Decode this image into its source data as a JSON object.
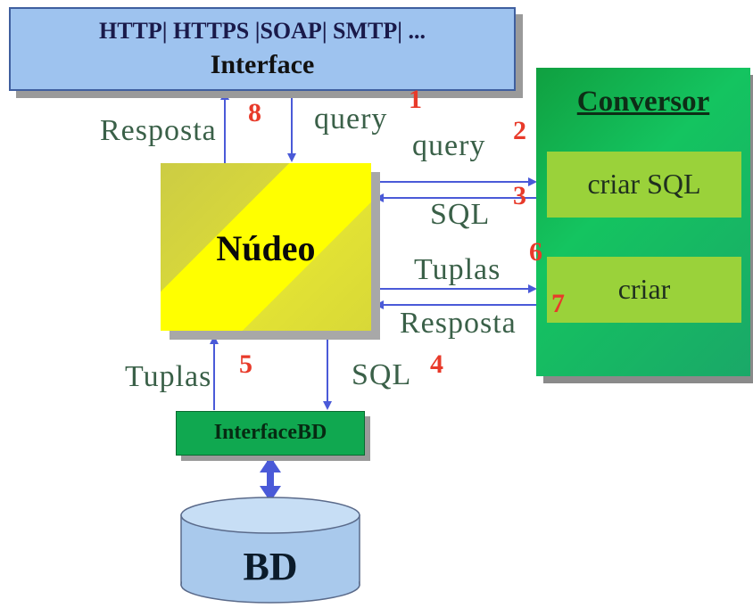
{
  "interface": {
    "protocols": "HTTP| HTTPS |SOAP| SMTP| ...",
    "title": "Interface"
  },
  "nucleo": {
    "title": "Núdeo"
  },
  "conversor": {
    "title": "Conversor",
    "criar_sql": "criar SQL",
    "criar": "criar"
  },
  "interfacebd": {
    "title": "InterfaceBD"
  },
  "bd": {
    "title": "BD"
  },
  "edges": {
    "resposta_top": "Resposta",
    "query_top": "query",
    "query_right": "query",
    "sql_right": "SQL",
    "tuplas_right": "Tuplas",
    "resposta_right": "Resposta",
    "tuplas_bottom": "Tuplas",
    "sql_bottom": "SQL"
  },
  "steps": {
    "s1": "1",
    "s2": "2",
    "s3": "3",
    "s4": "4",
    "s5": "5",
    "s6": "6",
    "s7": "7",
    "s8": "8"
  },
  "colors": {
    "arrow": "#4a5ad8",
    "step": "#e83a2a",
    "interface": "#9ec3ef",
    "conversor": "#14c460",
    "nucleo": "#ffff00"
  }
}
